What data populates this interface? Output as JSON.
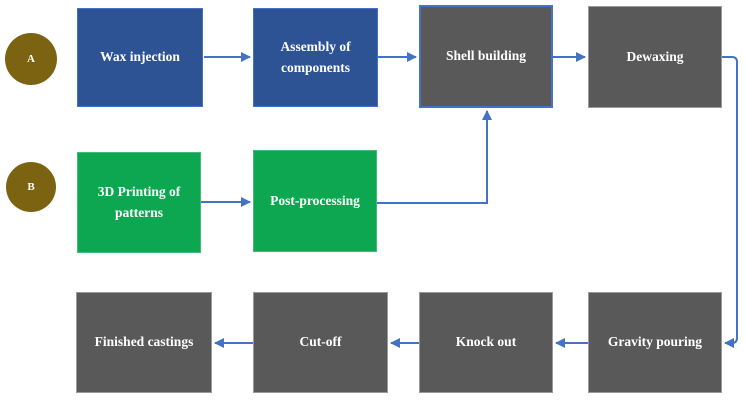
{
  "diagram": {
    "title": "",
    "colors": {
      "background": "#FFFFFF",
      "blue_fill": "#2E5395",
      "blue_border": "#4472C4",
      "green_fill": "#0EA751",
      "green_border": "#45B97C",
      "gray_fill": "#595959",
      "gray_border": "#9A9A9A",
      "arrow": "#4472C4",
      "badge_fill": "#7C6312",
      "text": "#FFFFFF"
    },
    "badges": [
      {
        "id": "route-a",
        "label": "A"
      },
      {
        "id": "route-b",
        "label": "B"
      }
    ],
    "nodes": [
      {
        "id": "wax-injection",
        "label": "Wax injection",
        "color": "blue"
      },
      {
        "id": "assembly-of-components",
        "label": "Assembly of components",
        "color": "blue"
      },
      {
        "id": "shell-building",
        "label": "Shell building",
        "color": "gray"
      },
      {
        "id": "dewaxing",
        "label": "Dewaxing",
        "color": "gray"
      },
      {
        "id": "3d-printing-of-patterns",
        "label": "3D Printing of patterns",
        "color": "green"
      },
      {
        "id": "post-processing",
        "label": "Post-processing",
        "color": "green"
      },
      {
        "id": "finished-castings",
        "label": "Finished castings",
        "color": "gray"
      },
      {
        "id": "cut-off",
        "label": "Cut-off",
        "color": "gray"
      },
      {
        "id": "knock-out",
        "label": "Knock out",
        "color": "gray"
      },
      {
        "id": "gravity-pouring",
        "label": "Gravity pouring",
        "color": "gray"
      }
    ],
    "edges": [
      {
        "from": "wax-injection",
        "to": "assembly-of-components"
      },
      {
        "from": "assembly-of-components",
        "to": "shell-building"
      },
      {
        "from": "shell-building",
        "to": "dewaxing"
      },
      {
        "from": "dewaxing",
        "to": "gravity-pouring"
      },
      {
        "from": "3d-printing-of-patterns",
        "to": "post-processing"
      },
      {
        "from": "post-processing",
        "to": "shell-building"
      },
      {
        "from": "gravity-pouring",
        "to": "knock-out"
      },
      {
        "from": "knock-out",
        "to": "cut-off"
      },
      {
        "from": "cut-off",
        "to": "finished-castings"
      }
    ]
  }
}
